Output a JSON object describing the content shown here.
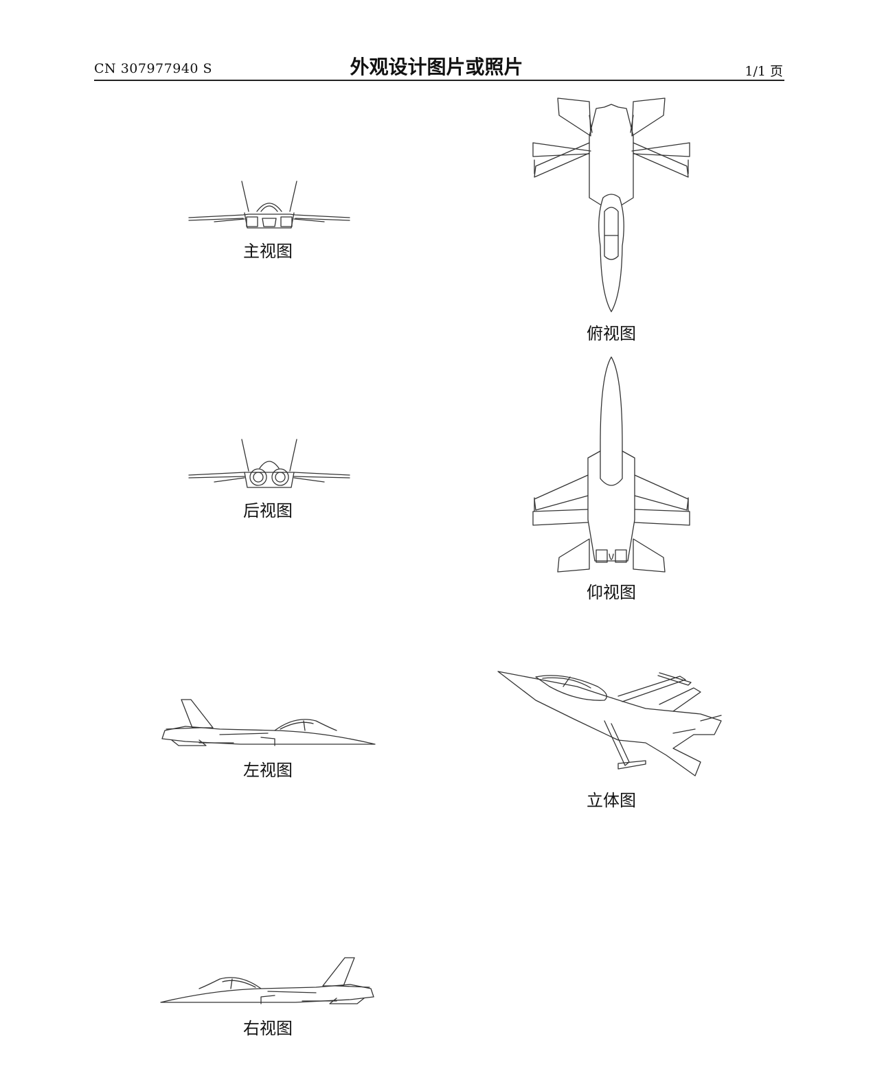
{
  "header": {
    "doc_number": "CN 307977940 S",
    "title": "外观设计图片或照片",
    "page": "1/1 页"
  },
  "views": {
    "front": "主视图",
    "top": "俯视图",
    "rear": "后视图",
    "bottom": "仰视图",
    "left": "左视图",
    "perspective": "立体图",
    "right": "右视图"
  }
}
